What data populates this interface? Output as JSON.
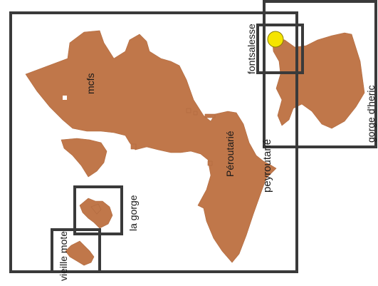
{
  "labels": {
    "mcfs": "mcfs",
    "la_gorge": "la gorge",
    "vieille_mote": "vieille mote",
    "fontsalesse": "fontsalesse",
    "peroutarie": "Péroutarié",
    "peyroutarie": "peyroutarié",
    "gorge_d_heric": "gorge d'heric"
  },
  "colors": {
    "area_fill": "#c0774a",
    "frame_stroke": "#3a3a3a",
    "marker_fill": "#f5e400"
  },
  "marker": {
    "color_name": "yellow",
    "icon": "location-dot-icon"
  }
}
